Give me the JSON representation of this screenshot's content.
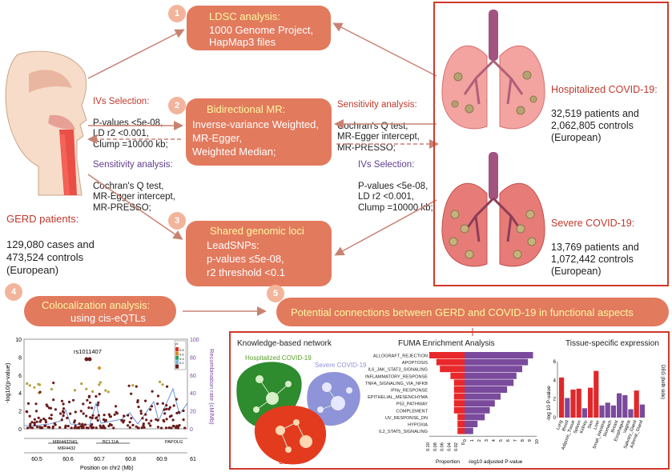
{
  "steps": {
    "s1": {
      "num": "1",
      "title": "LDSC analysis:",
      "body": "1000 Genome Project,\nHapMap3 files"
    },
    "s2": {
      "num": "2",
      "title": "Bidirectional MR:",
      "body": "Inverse-variance Weighted,\nMR-Egger,\nWeighted Median;"
    },
    "s3": {
      "num": "3",
      "title": "Shared genomic loci",
      "body": "LeadSNPs:\n    p-values ≤5e-08,\n    r2 threshold <0.1"
    },
    "s4": {
      "num": "4",
      "title": "Colocalization analysis:",
      "body": "using cis-eQTLs"
    },
    "s5": {
      "num": "5",
      "title": "Potential connections between GERD and COVID-19 in functional aspects"
    }
  },
  "left_ivs": {
    "title": "IVs Selection:",
    "body": "P-values <5e-08,\nLD r2 <0.001,\nClump =10000 kb;"
  },
  "left_sens": {
    "title": "Sensitivity analysis:",
    "body": "Cochran's Q test,\nMR-Egger intercept,\nMR-PRESSO;"
  },
  "right_sens": {
    "title": "Sensitivity analysis:",
    "body": "Cochran's Q test,\nMR-Egger intercept,\nMR-PRESSO;"
  },
  "right_ivs": {
    "title": "IVs Selection:",
    "body": "P-values <5e-08,\nLD r2 <0.001,\nClump =10000 kb;"
  },
  "gerd": {
    "title": "GERD patients:",
    "body": "129,080 cases and\n473,524 controls\n(European)"
  },
  "hosp": {
    "title": "Hospitalized COVID-19:",
    "body": "32,519  patients and\n2,062,805 controls\n (European)"
  },
  "severe": {
    "title": "Severe COVID-19:",
    "body": "13,769 patients and\n1,072,442 controls\n (European)"
  },
  "network": {
    "title": "Knowledge-based network",
    "hosp": "Hospitalized COVID-19",
    "severe": "Severe COVID-19",
    "gerd": "GERD"
  },
  "fuma": {
    "title": "FUMA Enrichment Analysis",
    "xlabel_left": "Proportion",
    "xlabel_right": "-log10 adjusted P-value",
    "left_ticks": [
      "0.10",
      "0.08",
      "0.06",
      "0.04",
      "0.02",
      "0"
    ],
    "right_ticks": [
      "0",
      "1",
      "2",
      "3",
      "4",
      "5",
      "6",
      "7",
      "8",
      "9",
      "10"
    ],
    "terms": [
      "ALLOGRAFT_REJECTION",
      "APOPTOSIS",
      "IL6_JAK_STAT3_SIGNALING",
      "INFLAMMATORY_RESPONSE",
      "TNFA_SIGNALING_VIA_NFKB",
      "IFNγ_RESPONSE",
      "EPITHELIAL_MESENCHYMA",
      "P53_PATHWAY",
      "COMPLEMENT",
      "UV_RESPONSE_DN",
      "HYPOXIA",
      "IL2_STAT5_SIGNALING"
    ]
  },
  "tissue": {
    "title": "Tissue-specific expression",
    "ylabel": "-log 10 P-value",
    "right_label": "DEG (both side)",
    "yticks": [
      "6",
      "4",
      "2",
      "0"
    ],
    "categories": [
      "Lung",
      "Blood",
      "Adipose_Tissue",
      "Spleen",
      "Kidney",
      "Skin",
      "Liver",
      "Small_Intestine",
      "Stomach",
      "Breast",
      "Esophagus",
      "Vagina",
      "Salivary_Gland",
      "Adrenal_Gland"
    ]
  },
  "locus": {
    "ylabel": "-log10(p-value)",
    "right_label": "Recombination rate (cM/Mb)",
    "xlabel": "Position on chr2 (Mb)",
    "snp": "rs1011407",
    "yticks": [
      "10",
      "8",
      "6",
      "4",
      "2",
      "0"
    ],
    "right_ticks": [
      "100",
      "80",
      "60",
      "40",
      "20",
      "0"
    ],
    "xticks": [
      "60.5",
      "60.6",
      "60.7",
      "60.8",
      "60.9",
      "61"
    ],
    "genes": [
      "MIR4432HG",
      "BCL11A",
      "PAPOLG",
      "MIR4432"
    ],
    "legend_title": "r²",
    "legend_ticks": [
      "0.8",
      "0.6",
      "0.4",
      "0.2"
    ]
  },
  "chart_data": {
    "type": "bar",
    "title": "FUMA Enrichment Analysis",
    "categories": [
      "ALLOGRAFT_REJECTION",
      "APOPTOSIS",
      "IL6_JAK_STAT3_SIGNALING",
      "INFLAMMATORY_RESPONSE",
      "TNFA_SIGNALING_VIA_NFKB",
      "IFNγ_RESPONSE",
      "EPITHELIAL_MESENCHYMA",
      "P53_PATHWAY",
      "COMPLEMENT",
      "UV_RESPONSE_DN",
      "HYPOXIA",
      "IL2_STAT5_SIGNALING"
    ],
    "series": [
      {
        "values": [
          0.1,
          0.08,
          0.07,
          0.04,
          0.03,
          0.03,
          0.03,
          0.03,
          0.03,
          0.02,
          0.02,
          0.02
        ]
      },
      {
        "values": [
          9.5,
          8.8,
          8.0,
          7.2,
          6.8,
          5.9,
          5.0,
          4.2,
          3.5,
          2.8,
          1.8,
          1.2
        ]
      }
    ],
    "xlabel": "-log10 adjusted P-value",
    "colors": [
      "#e8282b",
      "#7a4a9c"
    ]
  }
}
